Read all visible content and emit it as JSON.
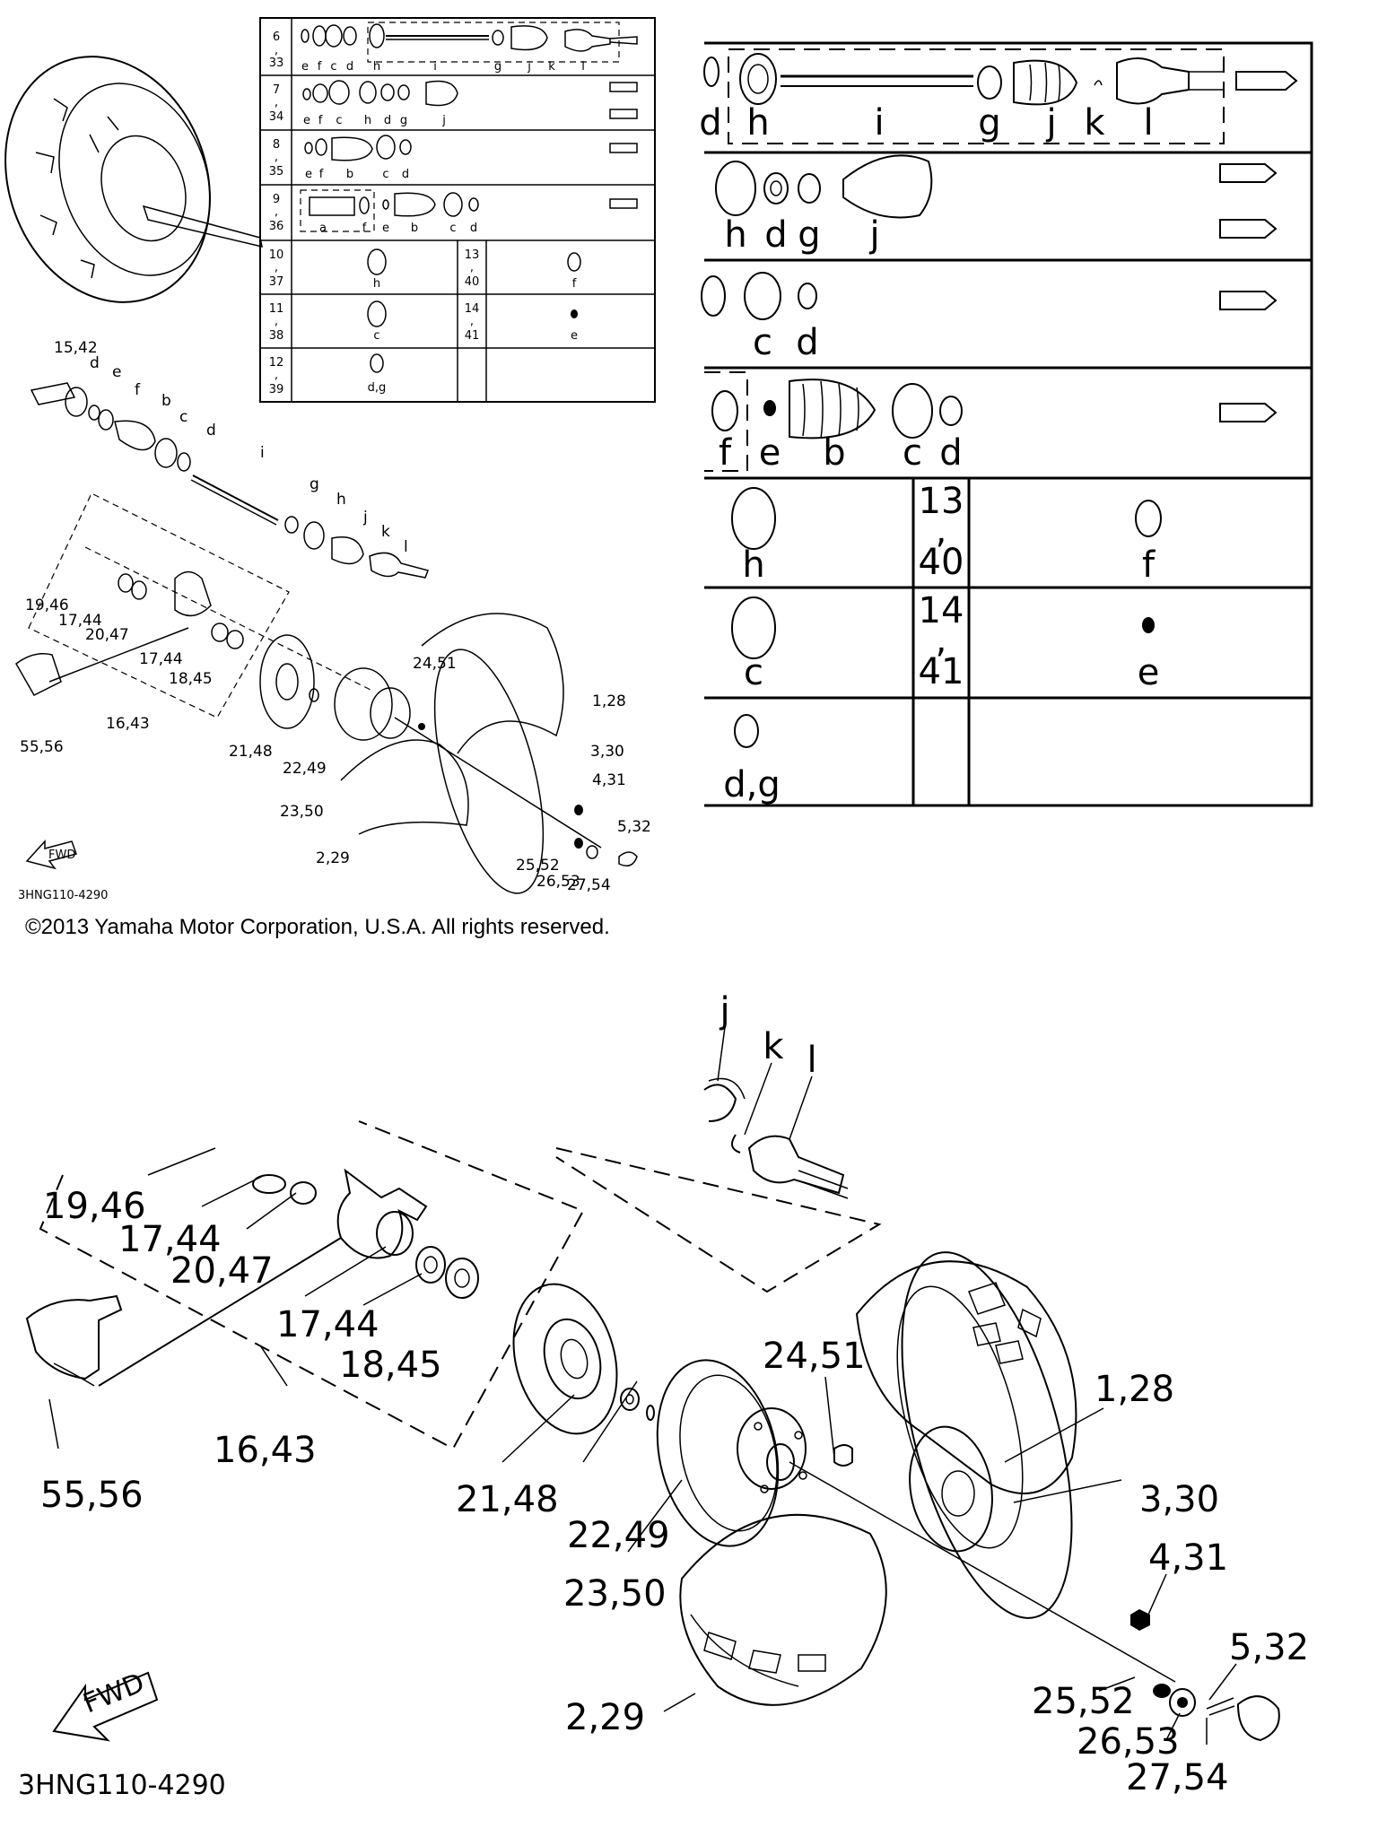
{
  "copyright": "©2013 Yamaha Motor Corporation, U.S.A. All rights reserved.",
  "figure_code": "3HNG110-4290",
  "fwd_label": "FWD",
  "table_rows": [
    {
      "ref": "6\n33",
      "letters": [
        "e",
        "f",
        "c",
        "d",
        "h",
        "i",
        "g",
        "j",
        "k",
        "l"
      ]
    },
    {
      "ref": "7\n34",
      "letters": [
        "e",
        "f",
        "c",
        "h",
        "d",
        "g",
        "j"
      ]
    },
    {
      "ref": "8\n35",
      "letters": [
        "e",
        "f",
        "b",
        "c",
        "d"
      ]
    },
    {
      "ref": "9\n36",
      "letters": [
        "a",
        "f",
        "e",
        "b",
        "c",
        "d"
      ]
    },
    {
      "ref": "10,37",
      "letter": "h",
      "ref2": "13,40",
      "letter2": "f"
    },
    {
      "ref": "11,38",
      "letter": "c",
      "ref2": "14,41",
      "letter2": "e"
    },
    {
      "ref": "12,39",
      "letter": "d,g"
    }
  ],
  "zoom_table": {
    "row1": [
      "d",
      "h",
      "i",
      "g",
      "j",
      "k",
      "l"
    ],
    "row2": [
      "h",
      "d",
      "g",
      "j"
    ],
    "row3": [
      "c",
      "d"
    ],
    "row4": [
      "f",
      "e",
      "b",
      "c",
      "d"
    ],
    "row5_left": "h",
    "row5_ref": [
      "13",
      ",",
      "40"
    ],
    "row5_right": "f",
    "row6_left": "c",
    "row6_ref": [
      "14",
      ",",
      "41"
    ],
    "row6_right": "e",
    "row7_left": "d,g"
  },
  "small_labels": [
    "15,42",
    "d",
    "e",
    "f",
    "b",
    "c",
    "d",
    "i",
    "g",
    "h",
    "j",
    "k",
    "l",
    "19,46",
    "17,44",
    "20,47",
    "17,44",
    "18,45",
    "16,43",
    "55,56",
    "21,48",
    "22,49",
    "23,50",
    "24,51",
    "1,28",
    "3,30",
    "4,31",
    "5,32",
    "25,52",
    "26,53",
    "27,54",
    "2,29"
  ],
  "big_labels": {
    "j": "j",
    "k": "k",
    "l": "l",
    "p19_46": "19,46",
    "p17_44a": "17,44",
    "p20_47": "20,47",
    "p17_44b": "17,44",
    "p18_45": "18,45",
    "p16_43": "16,43",
    "p55_56": "55,56",
    "p21_48": "21,48",
    "p22_49": "22,49",
    "p23_50": "23,50",
    "p24_51": "24,51",
    "p1_28": "1,28",
    "p3_30": "3,30",
    "p4_31": "4,31",
    "p5_32": "5,32",
    "p2_29": "2,29",
    "p25_52": "25,52",
    "p26_53": "26,53",
    "p27_54": "27,54"
  }
}
